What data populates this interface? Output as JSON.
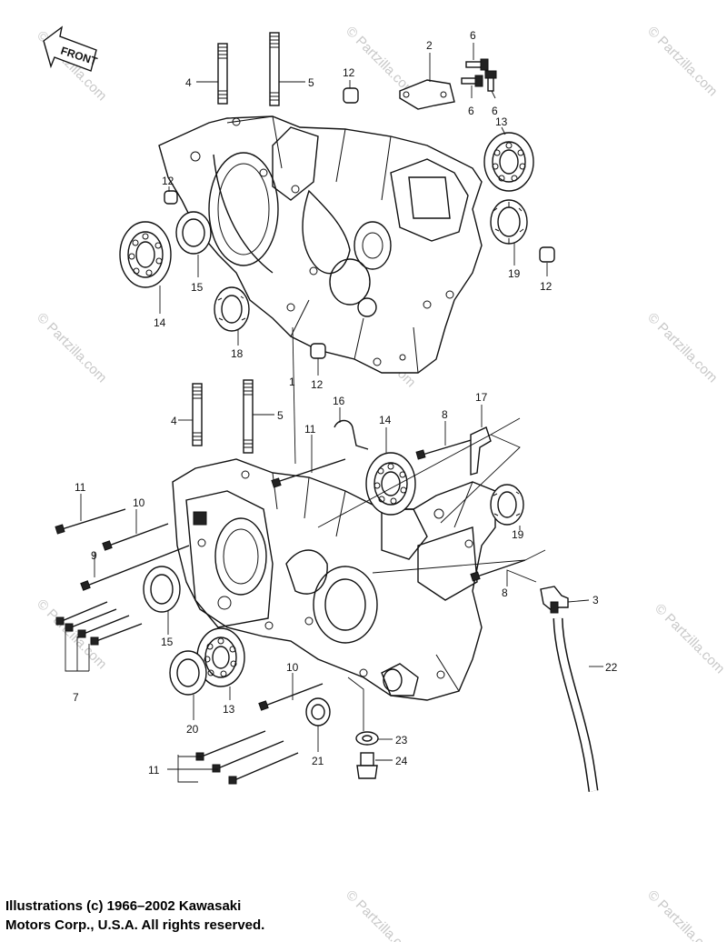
{
  "front_badge": "FRONT",
  "watermark": "© Partzilla.com",
  "watermark_center": "partzilla.com",
  "copyright": {
    "line1": "Illustrations (c) 1966–2002 Kawasaki",
    "line2": "Motors Corp., U.S.A.  All rights reserved."
  },
  "callouts": [
    {
      "id": "c1",
      "text": "1"
    },
    {
      "id": "c2",
      "text": "2"
    },
    {
      "id": "c3",
      "text": "3"
    },
    {
      "id": "c4a",
      "text": "4"
    },
    {
      "id": "c4b",
      "text": "4"
    },
    {
      "id": "c5a",
      "text": "5"
    },
    {
      "id": "c5b",
      "text": "5"
    },
    {
      "id": "c6a",
      "text": "6"
    },
    {
      "id": "c6b",
      "text": "6"
    },
    {
      "id": "c6c",
      "text": "6"
    },
    {
      "id": "c7",
      "text": "7"
    },
    {
      "id": "c8a",
      "text": "8"
    },
    {
      "id": "c8b",
      "text": "8"
    },
    {
      "id": "c9",
      "text": "9"
    },
    {
      "id": "c10a",
      "text": "10"
    },
    {
      "id": "c10b",
      "text": "10"
    },
    {
      "id": "c11a",
      "text": "11"
    },
    {
      "id": "c11b",
      "text": "11"
    },
    {
      "id": "c11c",
      "text": "11"
    },
    {
      "id": "c12a",
      "text": "12"
    },
    {
      "id": "c12b",
      "text": "12"
    },
    {
      "id": "c12c",
      "text": "12"
    },
    {
      "id": "c12d",
      "text": "12"
    },
    {
      "id": "c13a",
      "text": "13"
    },
    {
      "id": "c13b",
      "text": "13"
    },
    {
      "id": "c14a",
      "text": "14"
    },
    {
      "id": "c14b",
      "text": "14"
    },
    {
      "id": "c15a",
      "text": "15"
    },
    {
      "id": "c15b",
      "text": "15"
    },
    {
      "id": "c16",
      "text": "16"
    },
    {
      "id": "c17",
      "text": "17"
    },
    {
      "id": "c18",
      "text": "18"
    },
    {
      "id": "c19a",
      "text": "19"
    },
    {
      "id": "c19b",
      "text": "19"
    },
    {
      "id": "c20",
      "text": "20"
    },
    {
      "id": "c21",
      "text": "21"
    },
    {
      "id": "c22",
      "text": "22"
    },
    {
      "id": "c23",
      "text": "23"
    },
    {
      "id": "c24",
      "text": "24"
    }
  ]
}
